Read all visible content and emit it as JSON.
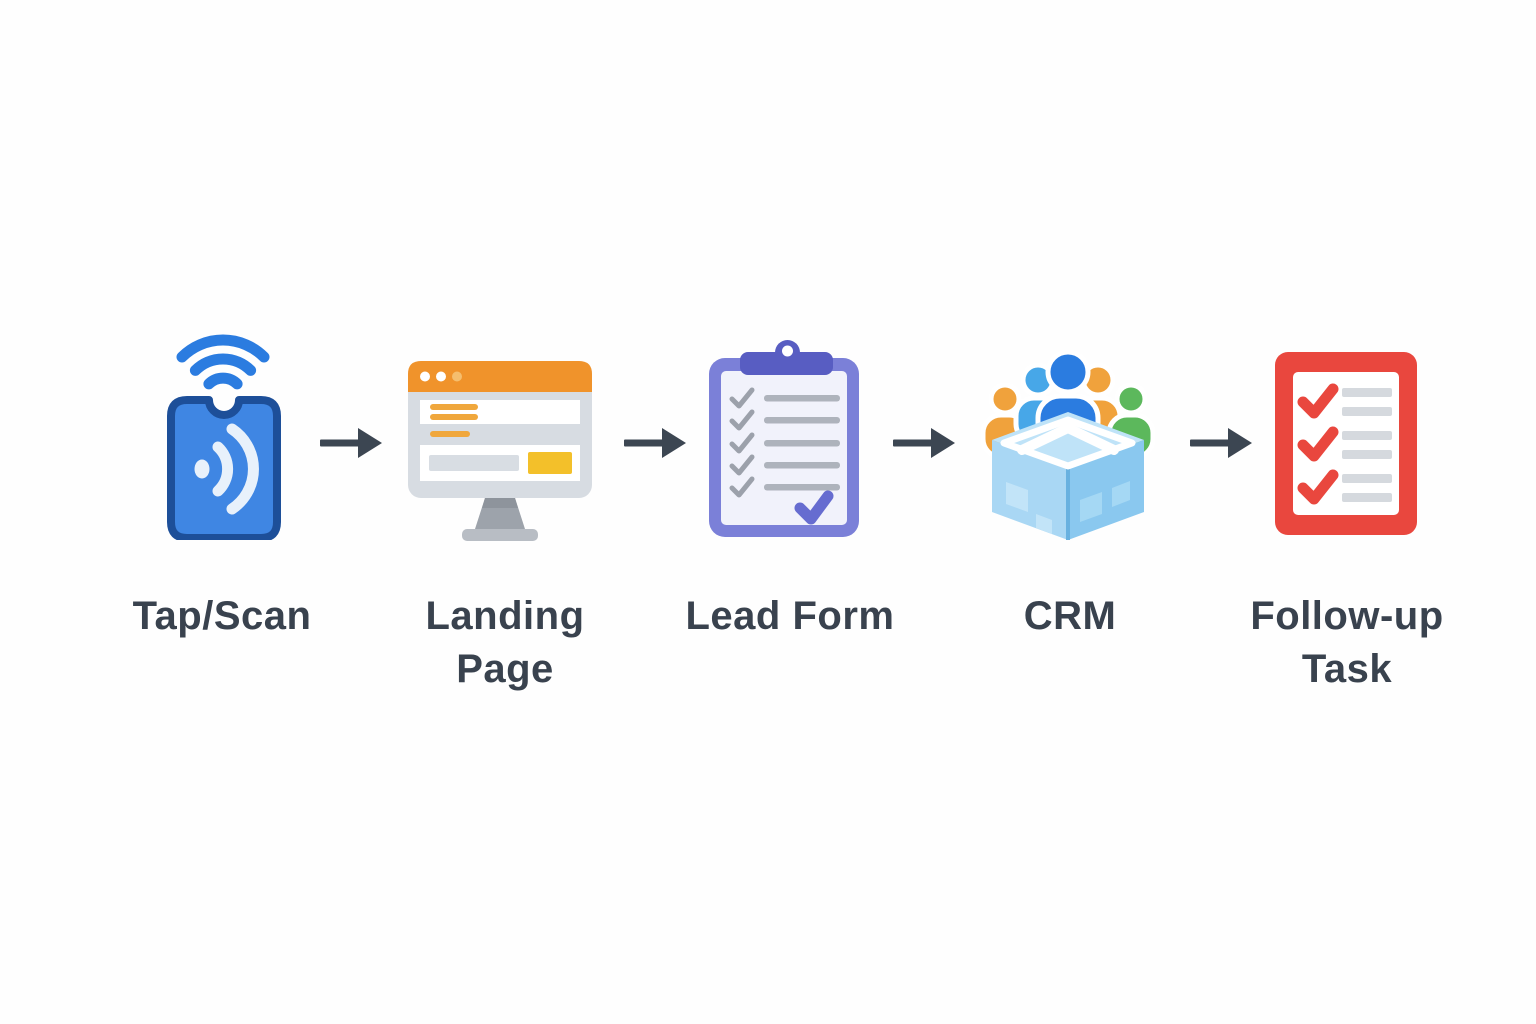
{
  "diagram": {
    "type": "process-flow",
    "steps": [
      {
        "label": "Tap/Scan",
        "icon": "nfc-tap-icon",
        "accent": "#2e7ce0"
      },
      {
        "label": "Landing Page",
        "icon": "browser-monitor-icon",
        "accent": "#f0932b"
      },
      {
        "label": "Lead Form",
        "icon": "clipboard-checklist-icon",
        "accent": "#6a70d4"
      },
      {
        "label": "CRM",
        "icon": "crm-database-users-icon",
        "accent": "#7ec3ec"
      },
      {
        "label": "Follow-up Task",
        "icon": "followup-checklist-icon",
        "accent": "#e9473e"
      }
    ],
    "connector": "right-arrow-icon"
  },
  "colors": {
    "background": "#fefefe",
    "label_text": "#39424e",
    "arrow": "#3c4652",
    "nfc_blue": "#3f86e3",
    "nfc_border": "#1d4f99",
    "browser_orange": "#f0932b",
    "browser_button_yellow": "#f3c02a",
    "clipboard_purple": "#7b80d8",
    "clipboard_clip_purple": "#585dc2",
    "crm_box_blue": "#a9d7f4",
    "person_orange": "#f0a23c",
    "person_blue": "#2b7ce0",
    "person_light_blue": "#47a7e8",
    "person_green": "#5cb85c",
    "task_red": "#e9473e"
  }
}
